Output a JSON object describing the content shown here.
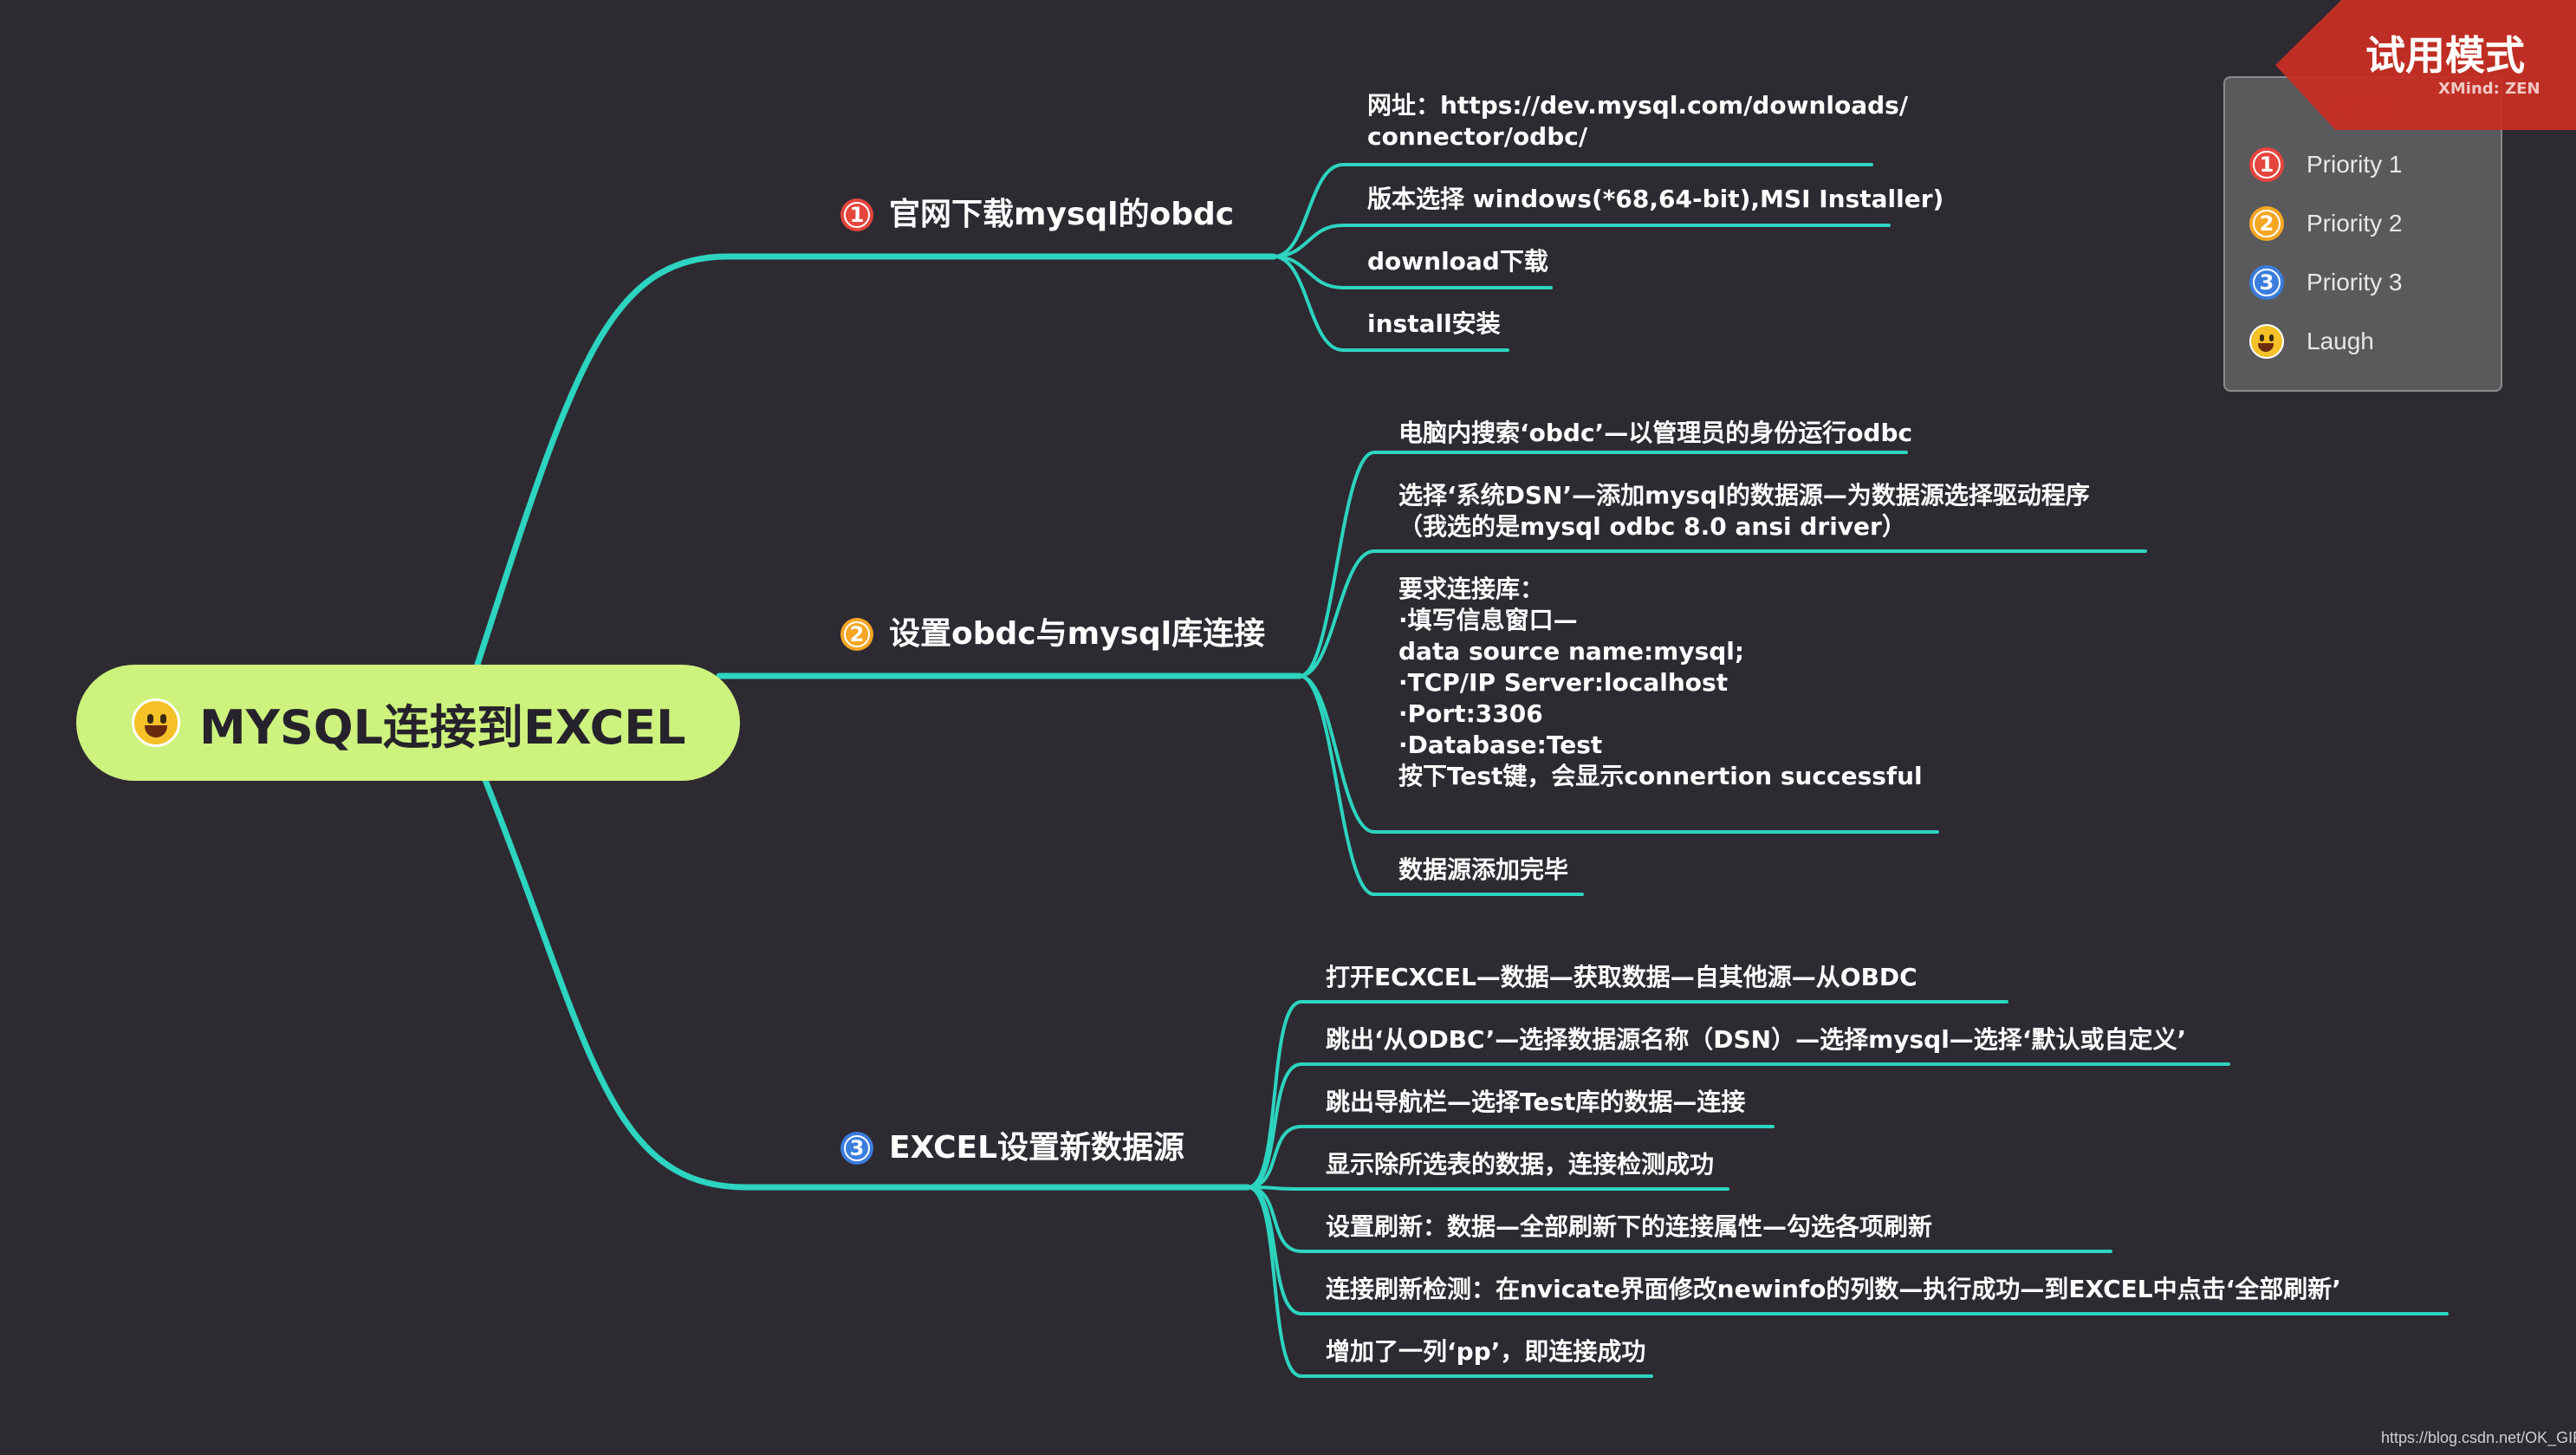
{
  "colors": {
    "background": "#2e2a32",
    "connector": "#2dd4bf",
    "root_fill": "#cdf27d",
    "priority_1": "#e5453c",
    "priority_2": "#f5a623",
    "priority_3": "#3b7ddd"
  },
  "root": {
    "label": "MYSQL连接到EXCEL",
    "icon": "laugh-icon"
  },
  "branches": [
    {
      "label": "官网下载mysql的obdc",
      "priority": "1",
      "children": [
        "网址：https://dev.mysql.com/downloads/\nconnector/odbc/",
        "版本选择 windows(*68,64-bit),MSI Installer)",
        "download下载",
        "install安装"
      ]
    },
    {
      "label": "设置obdc与mysql库连接",
      "priority": "2",
      "children": [
        "电脑内搜索‘obdc’—以管理员的身份运行odbc",
        "选择‘系统DSN’—添加mysql的数据源—为数据源选择驱动程序\n（我选的是mysql odbc 8.0 ansi driver）",
        "要求连接库：\n·填写信息窗口—\ndata source name:mysql;\n·TCP/IP Server:localhost\n·Port:3306\n·Database:Test\n按下Test键，会显示connertion successful",
        "数据源添加完毕"
      ]
    },
    {
      "label": "EXCEL设置新数据源",
      "priority": "3",
      "children": [
        "打开ECXCEL—数据—获取数据—自其他源—从OBDC",
        "跳出‘从ODBC’—选择数据源名称（DSN）—选择mysql—选择‘默认或自定义’",
        "跳出导航栏—选择Test库的数据—连接",
        "显示除所选表的数据，连接检测成功",
        "设置刷新：数据—全部刷新下的连接属性—勾选各项刷新",
        "连接刷新检测：在nvicate界面修改newinfo的列数—执行成功—到EXCEL中点击‘全部刷新’",
        "增加了一列‘pp’，即连接成功"
      ]
    }
  ],
  "legend": {
    "title": "图例",
    "items": [
      {
        "label": "Priority 1",
        "marker": "1"
      },
      {
        "label": "Priority 2",
        "marker": "2"
      },
      {
        "label": "Priority 3",
        "marker": "3"
      },
      {
        "label": "Laugh",
        "marker": "laugh"
      }
    ]
  },
  "watermark": {
    "trial_label": "试用模式",
    "brand": "XMind: ZEN"
  },
  "footer": "https://blog.csdn.net/OK_GIRL"
}
